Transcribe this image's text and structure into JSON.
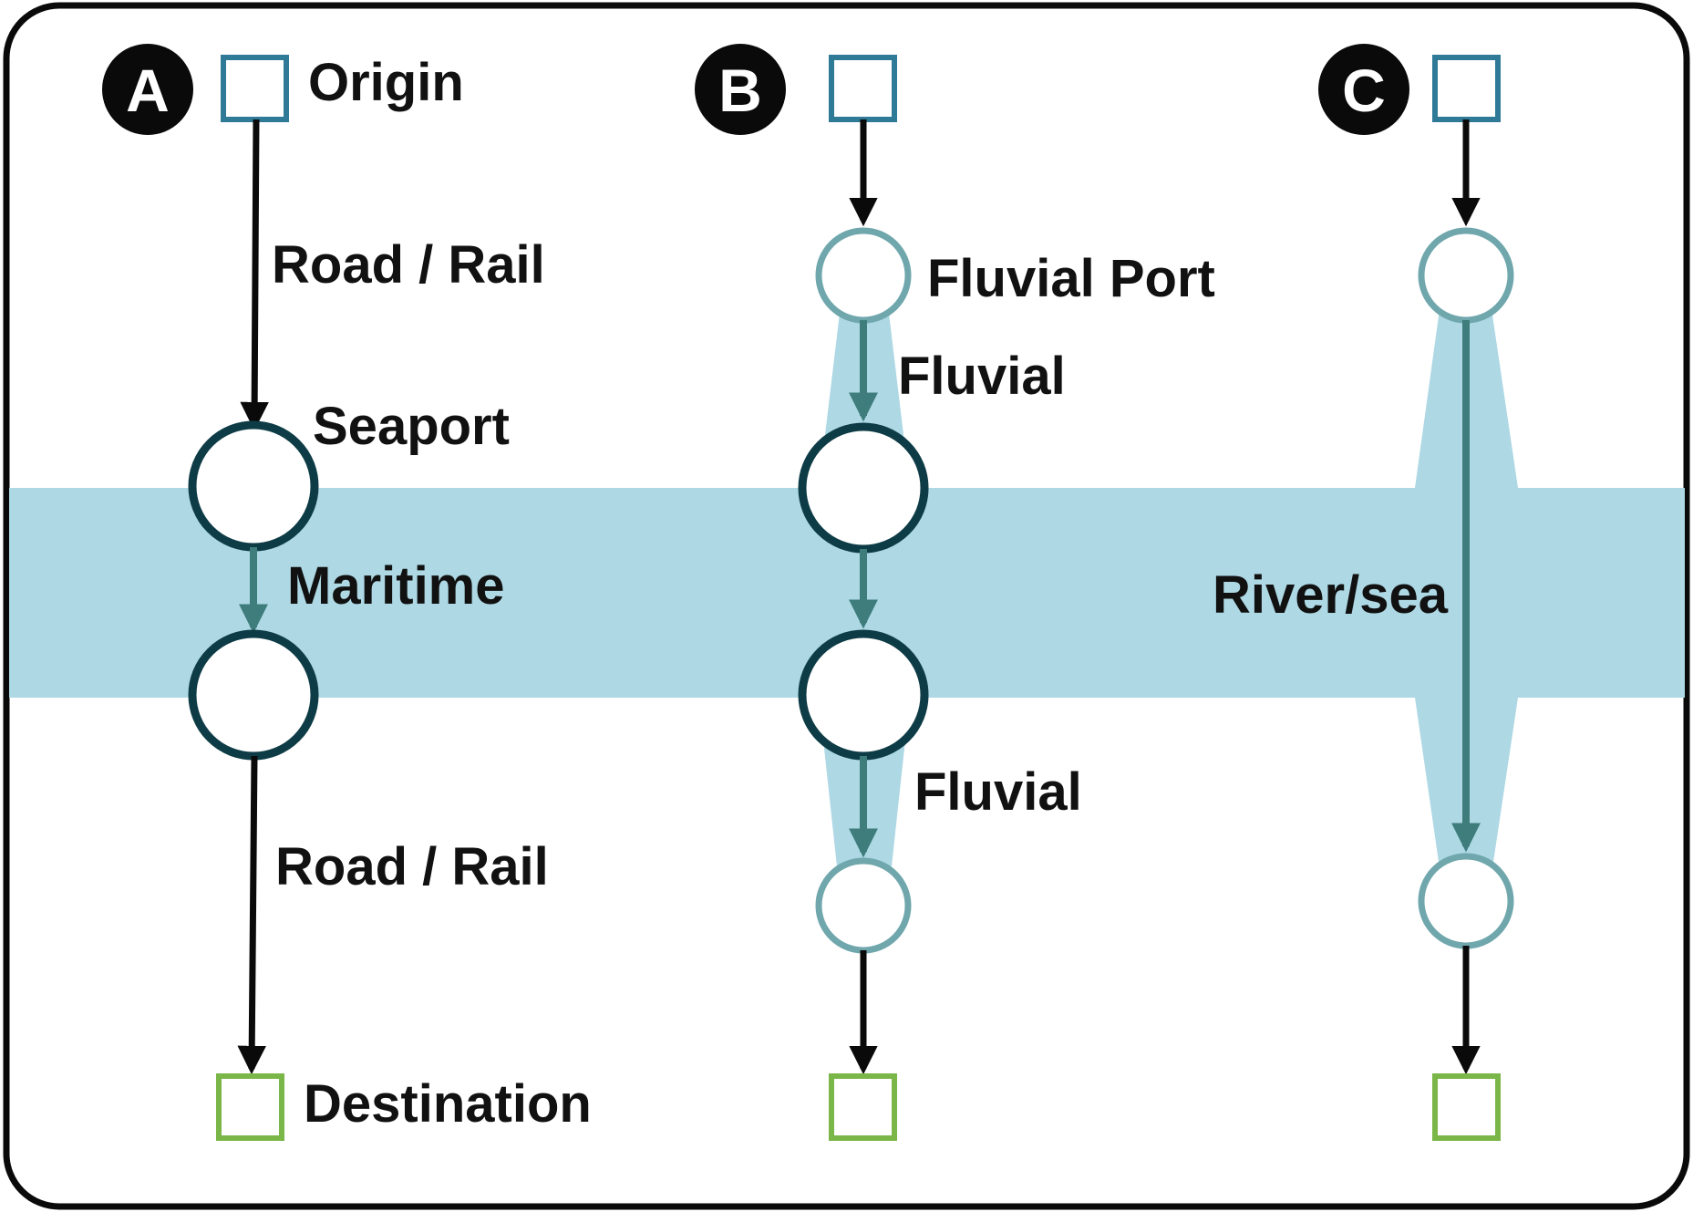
{
  "colors": {
    "water": "#add8e4",
    "origin": "#2f7a96",
    "destination": "#7ab648",
    "seaport": "#0e3c46",
    "fluvial_port": "#6fa7ad",
    "waterway_arrow": "#3f7c7c",
    "land_arrow": "#0a0a0a"
  },
  "panels": {
    "a": {
      "badge": "A",
      "origin_label": "Origin",
      "leg1_label": "Road / Rail",
      "seaport_label": "Seaport",
      "maritime_label": "Maritime",
      "leg2_label": "Road / Rail",
      "destination_label": "Destination"
    },
    "b": {
      "badge": "B",
      "port_label": "Fluvial Port",
      "fluvial_top_label": "Fluvial",
      "fluvial_bottom_label": "Fluvial"
    },
    "c": {
      "badge": "C",
      "route_label": "River/sea"
    }
  },
  "icons": [
    "origin-square-icon",
    "destination-square-icon",
    "seaport-circle-icon",
    "fluvial-port-circle-icon",
    "arrow-icon"
  ]
}
